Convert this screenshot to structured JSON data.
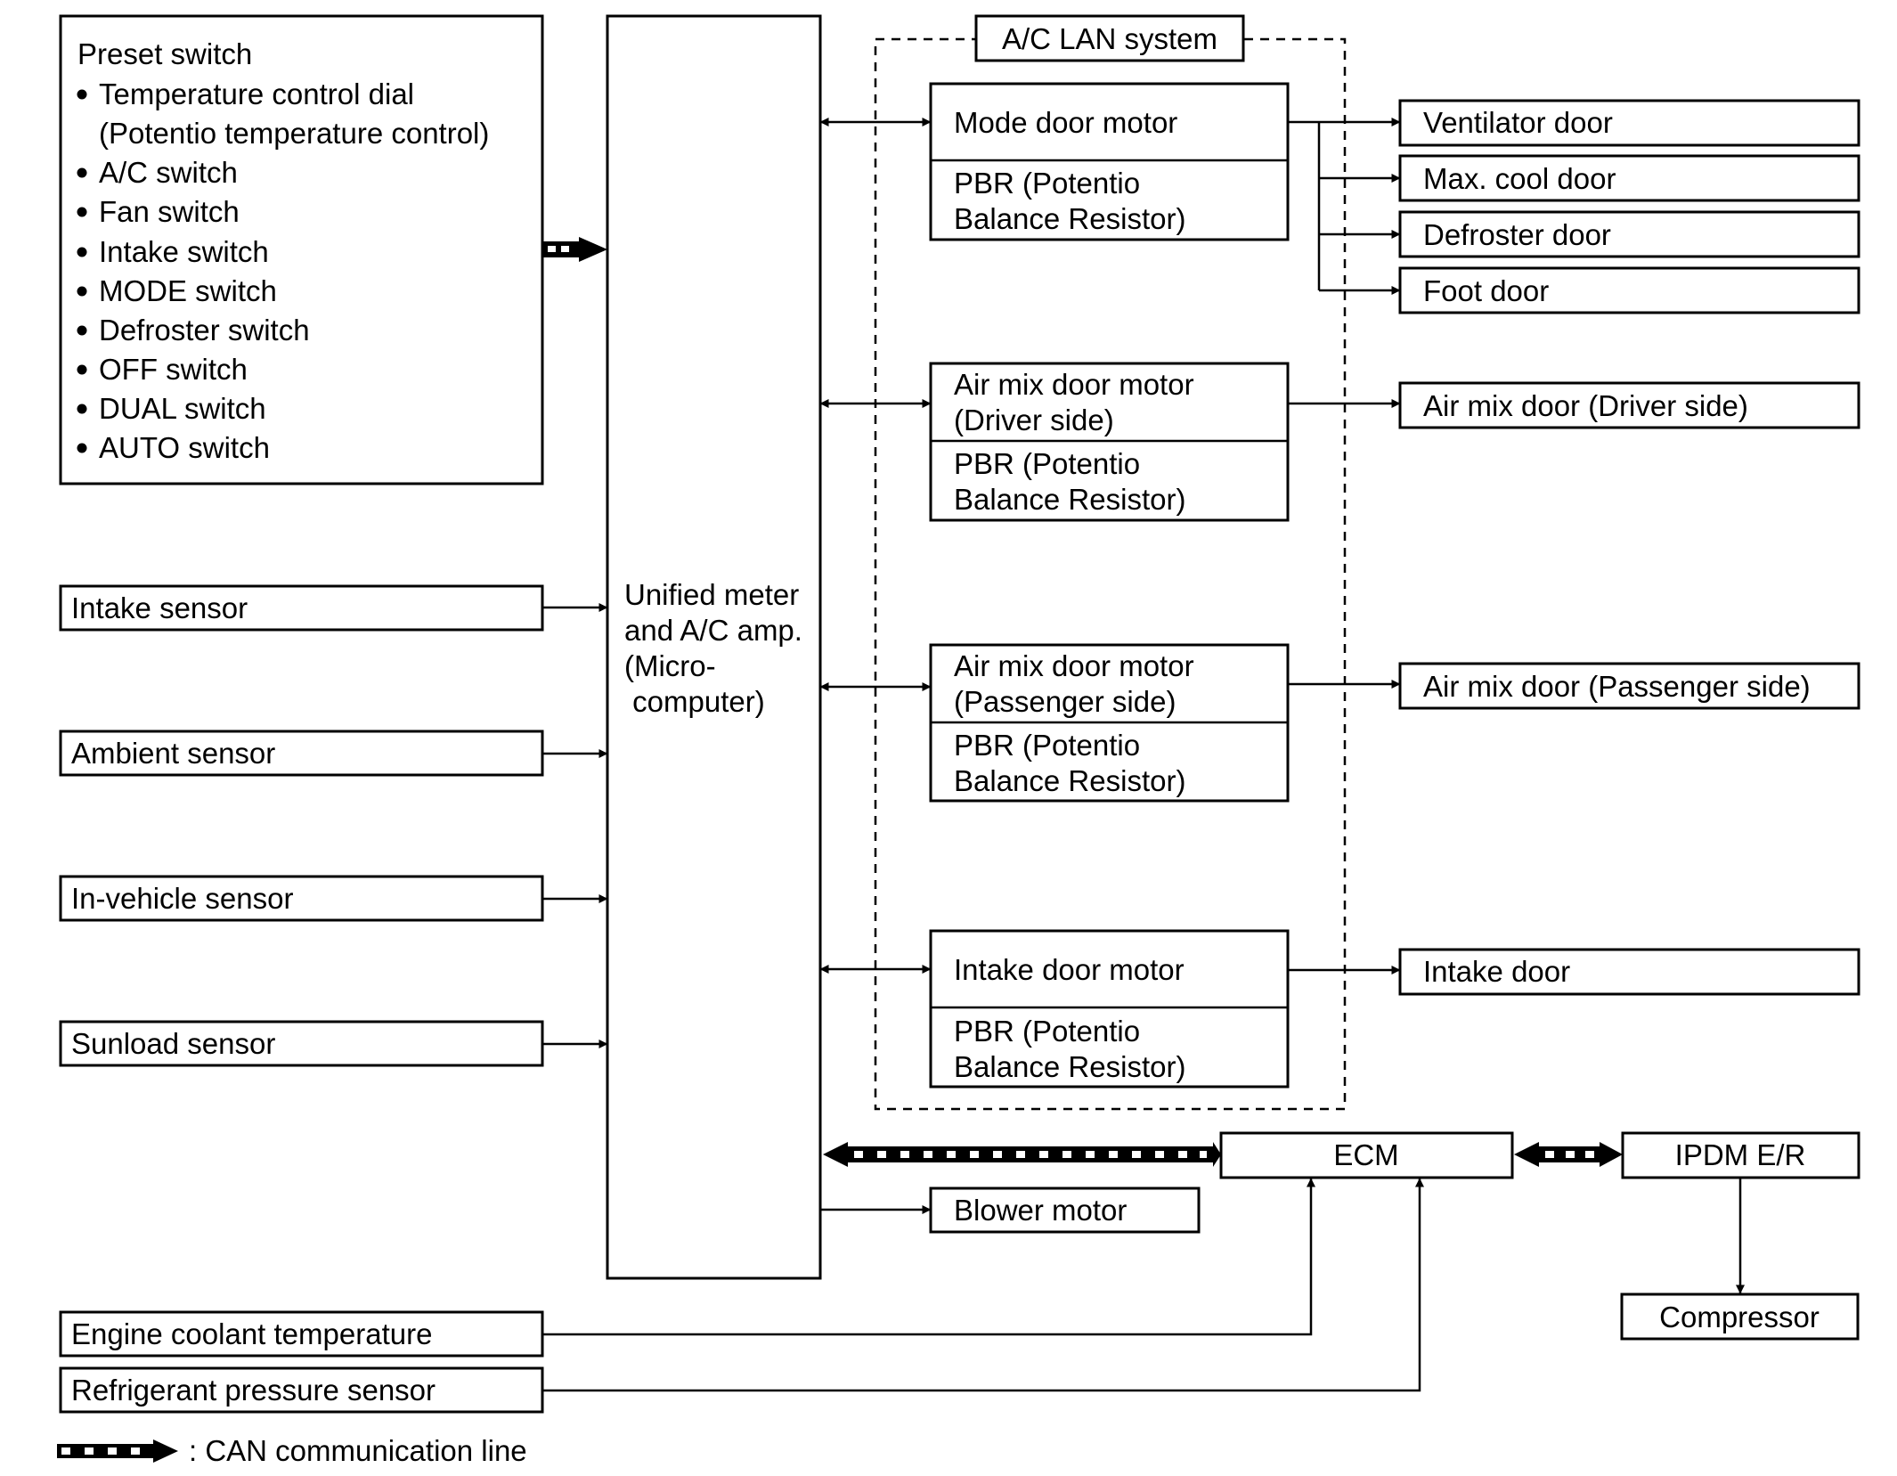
{
  "preset_panel": {
    "title": "Preset switch",
    "items": [
      "Temperature control dial",
      "(Potentio temperature control)",
      "A/C switch",
      "Fan switch",
      "Intake switch",
      "MODE switch",
      "Defroster switch",
      "OFF switch",
      "DUAL switch",
      "AUTO switch"
    ]
  },
  "sensors": {
    "intake": "Intake sensor",
    "ambient": "Ambient sensor",
    "in_vehicle": "In-vehicle sensor",
    "sunload": "Sunload sensor",
    "engine_coolant": "Engine coolant temperature",
    "refrigerant": "Refrigerant pressure sensor"
  },
  "amp": {
    "lines": [
      "Unified meter",
      "and A/C amp.",
      "(Micro-",
      " computer)"
    ]
  },
  "lan": {
    "title": "A/C LAN system"
  },
  "motors": {
    "mode": {
      "lines": [
        "Mode door motor"
      ],
      "pbr": [
        "PBR (Potentio",
        "Balance Resistor)"
      ]
    },
    "airmix_driver": {
      "lines": [
        "Air mix door motor",
        "(Driver side)"
      ],
      "pbr": [
        "PBR (Potentio",
        "Balance Resistor)"
      ]
    },
    "airmix_passenger": {
      "lines": [
        "Air mix door motor",
        "(Passenger side)"
      ],
      "pbr": [
        "PBR (Potentio",
        "Balance Resistor)"
      ]
    },
    "intake": {
      "lines": [
        "Intake door motor"
      ],
      "pbr": [
        "PBR (Potentio",
        "Balance Resistor)"
      ]
    }
  },
  "doors": {
    "ventilator": "Ventilator door",
    "max_cool": "Max. cool door",
    "defroster": "Defroster door",
    "foot": "Foot door",
    "airmix_driver": "Air mix door (Driver side)",
    "airmix_passenger": "Air mix door (Passenger side)",
    "intake": "Intake door"
  },
  "modules": {
    "ecm": "ECM",
    "ipdm": "IPDM E/R",
    "compressor": "Compressor",
    "blower": "Blower motor"
  },
  "legend": {
    "label": ": CAN communication line"
  }
}
